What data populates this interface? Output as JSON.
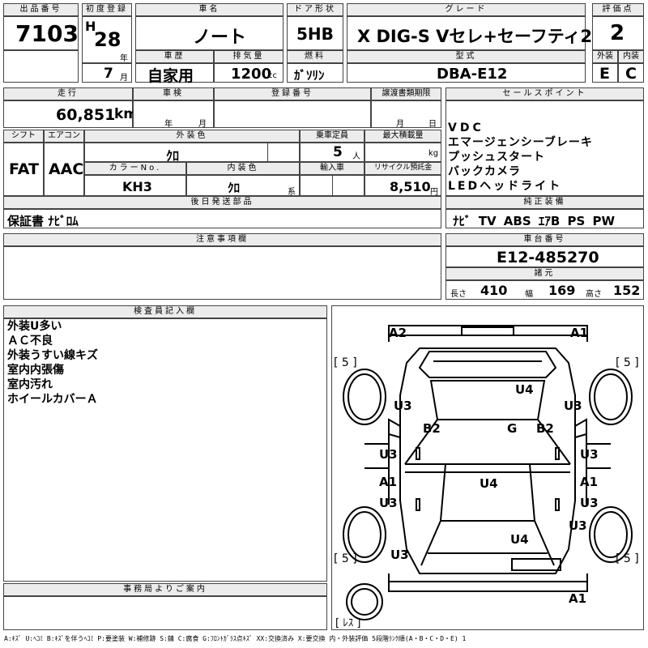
{
  "lot": {
    "label": "出品番号",
    "value": "7103"
  },
  "first_reg": {
    "label": "初度登録",
    "era": "H",
    "year": "28",
    "year_unit": "年",
    "month": "7",
    "month_unit": "月"
  },
  "car_name": {
    "label": "車名",
    "value": "ノート"
  },
  "door": {
    "label": "ドア形状",
    "value": "5HB"
  },
  "grade": {
    "label": "グレード",
    "value": "X DIG-S Vセレ+セーフティ2"
  },
  "score": {
    "label": "評価点",
    "value": "2",
    "ext_label": "外装",
    "int_label": "内装",
    "ext_value": "E",
    "int_value": "C"
  },
  "history": {
    "label": "車歴",
    "value": "自家用"
  },
  "displacement": {
    "label": "排気量",
    "value": "1200",
    "unit": "cc"
  },
  "fuel": {
    "label": "燃料",
    "value": "ｶﾞｿﾘﾝ"
  },
  "model": {
    "label": "型式",
    "value": "DBA-E12"
  },
  "mileage": {
    "label": "走行",
    "value": "60,851",
    "unit": "km"
  },
  "inspection": {
    "label": "車検",
    "year_unit": "年",
    "month_unit": "月"
  },
  "reg_number": {
    "label": "登録番号"
  },
  "transfer": {
    "label": "譲渡書類期限",
    "month_unit": "月",
    "day_unit": "日"
  },
  "shift": {
    "label": "シフト",
    "value": "FAT"
  },
  "aircon": {
    "label": "エアコン",
    "value": "AAC"
  },
  "ext_color": {
    "label": "外装色",
    "value": "ｸﾛ"
  },
  "capacity": {
    "label": "乗車定員",
    "value": "5",
    "unit": "人"
  },
  "max_load": {
    "label": "最大積載量",
    "unit": "kg"
  },
  "color_no": {
    "label": "カラーNo.",
    "value": "KH3"
  },
  "int_color": {
    "label": "内装色",
    "value": "ｸﾛ",
    "suffix": "系"
  },
  "import": {
    "label": "輸入車"
  },
  "recycle": {
    "label": "リサイクル預託金",
    "value": "8,510",
    "unit": "円"
  },
  "sales_points": {
    "label": "セールスポイント",
    "lines": [
      "VDC",
      "エマージェンシーブレーキ",
      "プッシュスタート",
      "バックカメラ",
      "LEDヘッドライト"
    ]
  },
  "later_items": {
    "label": "後日発送部品",
    "value": "保証書 ﾅﾋﾞﾛﾑ"
  },
  "equipment": {
    "label": "純正装備",
    "value": "ﾅﾋﾞ TV ABS ｴｱB PS PW"
  },
  "notes": {
    "label": "注意事項欄"
  },
  "chassis": {
    "label": "車台番号",
    "value": "E12-485270"
  },
  "specs": {
    "label": "諸元",
    "len_label": "長さ",
    "len": "410",
    "wid_label": "幅",
    "wid": "169",
    "hgt_label": "高さ",
    "hgt": "152"
  },
  "inspector": {
    "label": "検査員記入欄",
    "lines": [
      "外装U多い",
      "ＡＣ不良",
      "外装うすい線キズ",
      "室内内張傷",
      "室内汚れ",
      "ホイールカバーＡ"
    ]
  },
  "office": {
    "label": "事務局よりご案内"
  },
  "diagram": {
    "marks": {
      "a2_front": "A2",
      "a1_front": "A1",
      "u3_fl": "U3",
      "u3_fr": "U3",
      "b2_l": "B2",
      "b2_r": "B2",
      "g": "G",
      "u4_hood": "U4",
      "u3_ml": "U3",
      "u3_mr": "U3",
      "a1_l": "A1",
      "a1_r": "A1",
      "u3_rl": "U3",
      "u3_rr": "U3",
      "u4_roof": "U4",
      "u3_rrd": "U3",
      "u4_trunk": "U4",
      "u3_rld": "U3",
      "a1_rear": "A1"
    },
    "tire": "[ 5 ]",
    "spare": "[ ﾚｽ ]"
  },
  "legend": "A:ｷｽﾞ U:ﾍｺﾐ B:ｷｽﾞを伴うﾍｺﾐ P:要塗装 W:補修跡 S:錆 C:腐食 G:ﾌﾛﾝﾄｶﾞﾗｽ点ｷｽﾞ XX:交換済み X:要交換 内・外装評価 5段階ﾗﾝｸ順(A・B・C・D・E) 1"
}
